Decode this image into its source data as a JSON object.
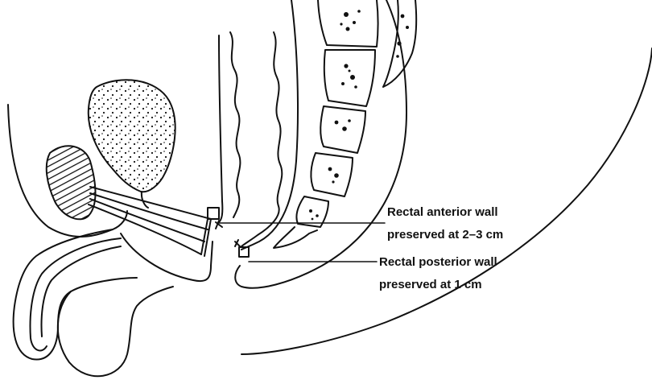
{
  "diagram": {
    "labels": {
      "anterior": {
        "line1": "Rectal anterior wall",
        "line2": "preserved at 2–3 cm"
      },
      "posterior": {
        "line1": "Rectal posterior wall",
        "line2": "preserved at 1 cm"
      }
    },
    "colors": {
      "ink": "#111111",
      "background": "#ffffff"
    }
  }
}
